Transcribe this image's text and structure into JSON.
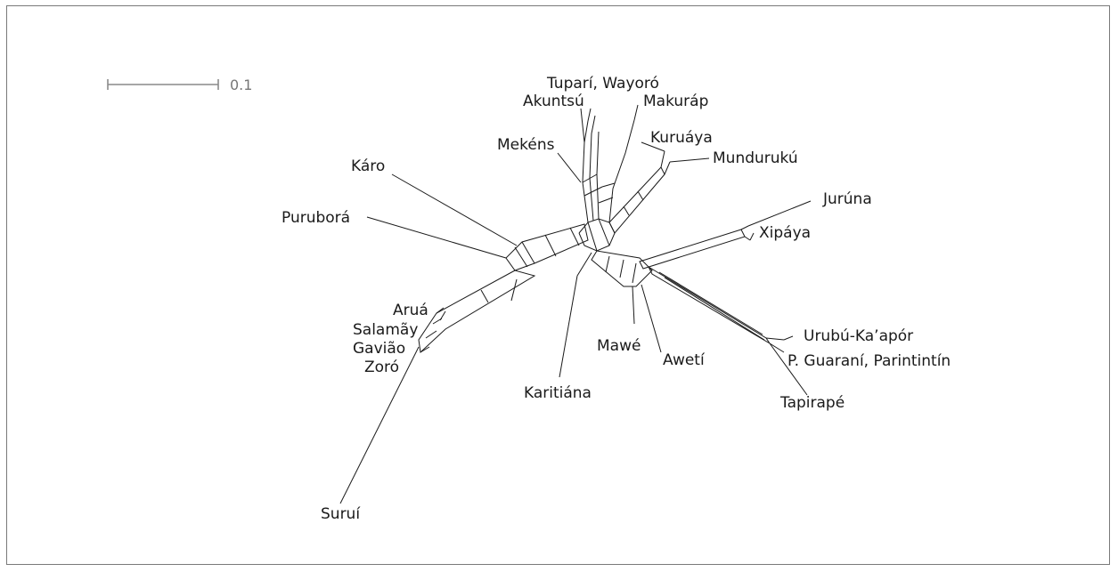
{
  "scale_bar": {
    "label": "0.1"
  },
  "taxa": [
    {
      "id": "tupari-wayoro",
      "label": "Tuparí, Wayoró"
    },
    {
      "id": "akuntsu",
      "label": "Akuntsú"
    },
    {
      "id": "makurap",
      "label": "Makuráp"
    },
    {
      "id": "mekens",
      "label": "Mekéns"
    },
    {
      "id": "kuruaya",
      "label": "Kuruáya"
    },
    {
      "id": "munduruku",
      "label": "Mundurukú"
    },
    {
      "id": "karo",
      "label": "Káro"
    },
    {
      "id": "jaruna",
      "label": "Jurúna"
    },
    {
      "id": "purubora",
      "label": "Puruborá"
    },
    {
      "id": "xipaya",
      "label": "Xipáya"
    },
    {
      "id": "arua",
      "label": "Aruá"
    },
    {
      "id": "salamay",
      "label": "Salamãy"
    },
    {
      "id": "gaviao",
      "label": "Gavião"
    },
    {
      "id": "zoro",
      "label": "Zoró"
    },
    {
      "id": "mawe",
      "label": "Mawé"
    },
    {
      "id": "aweti",
      "label": "Awetí"
    },
    {
      "id": "urubu",
      "label": "Urubú-Ka’apór"
    },
    {
      "id": "guarani",
      "label": "P. Guaraní, Parintintín"
    },
    {
      "id": "karitiana",
      "label": "Karitiána"
    },
    {
      "id": "tapirape",
      "label": "Tapirapé"
    },
    {
      "id": "surui",
      "label": "Suruí"
    }
  ]
}
